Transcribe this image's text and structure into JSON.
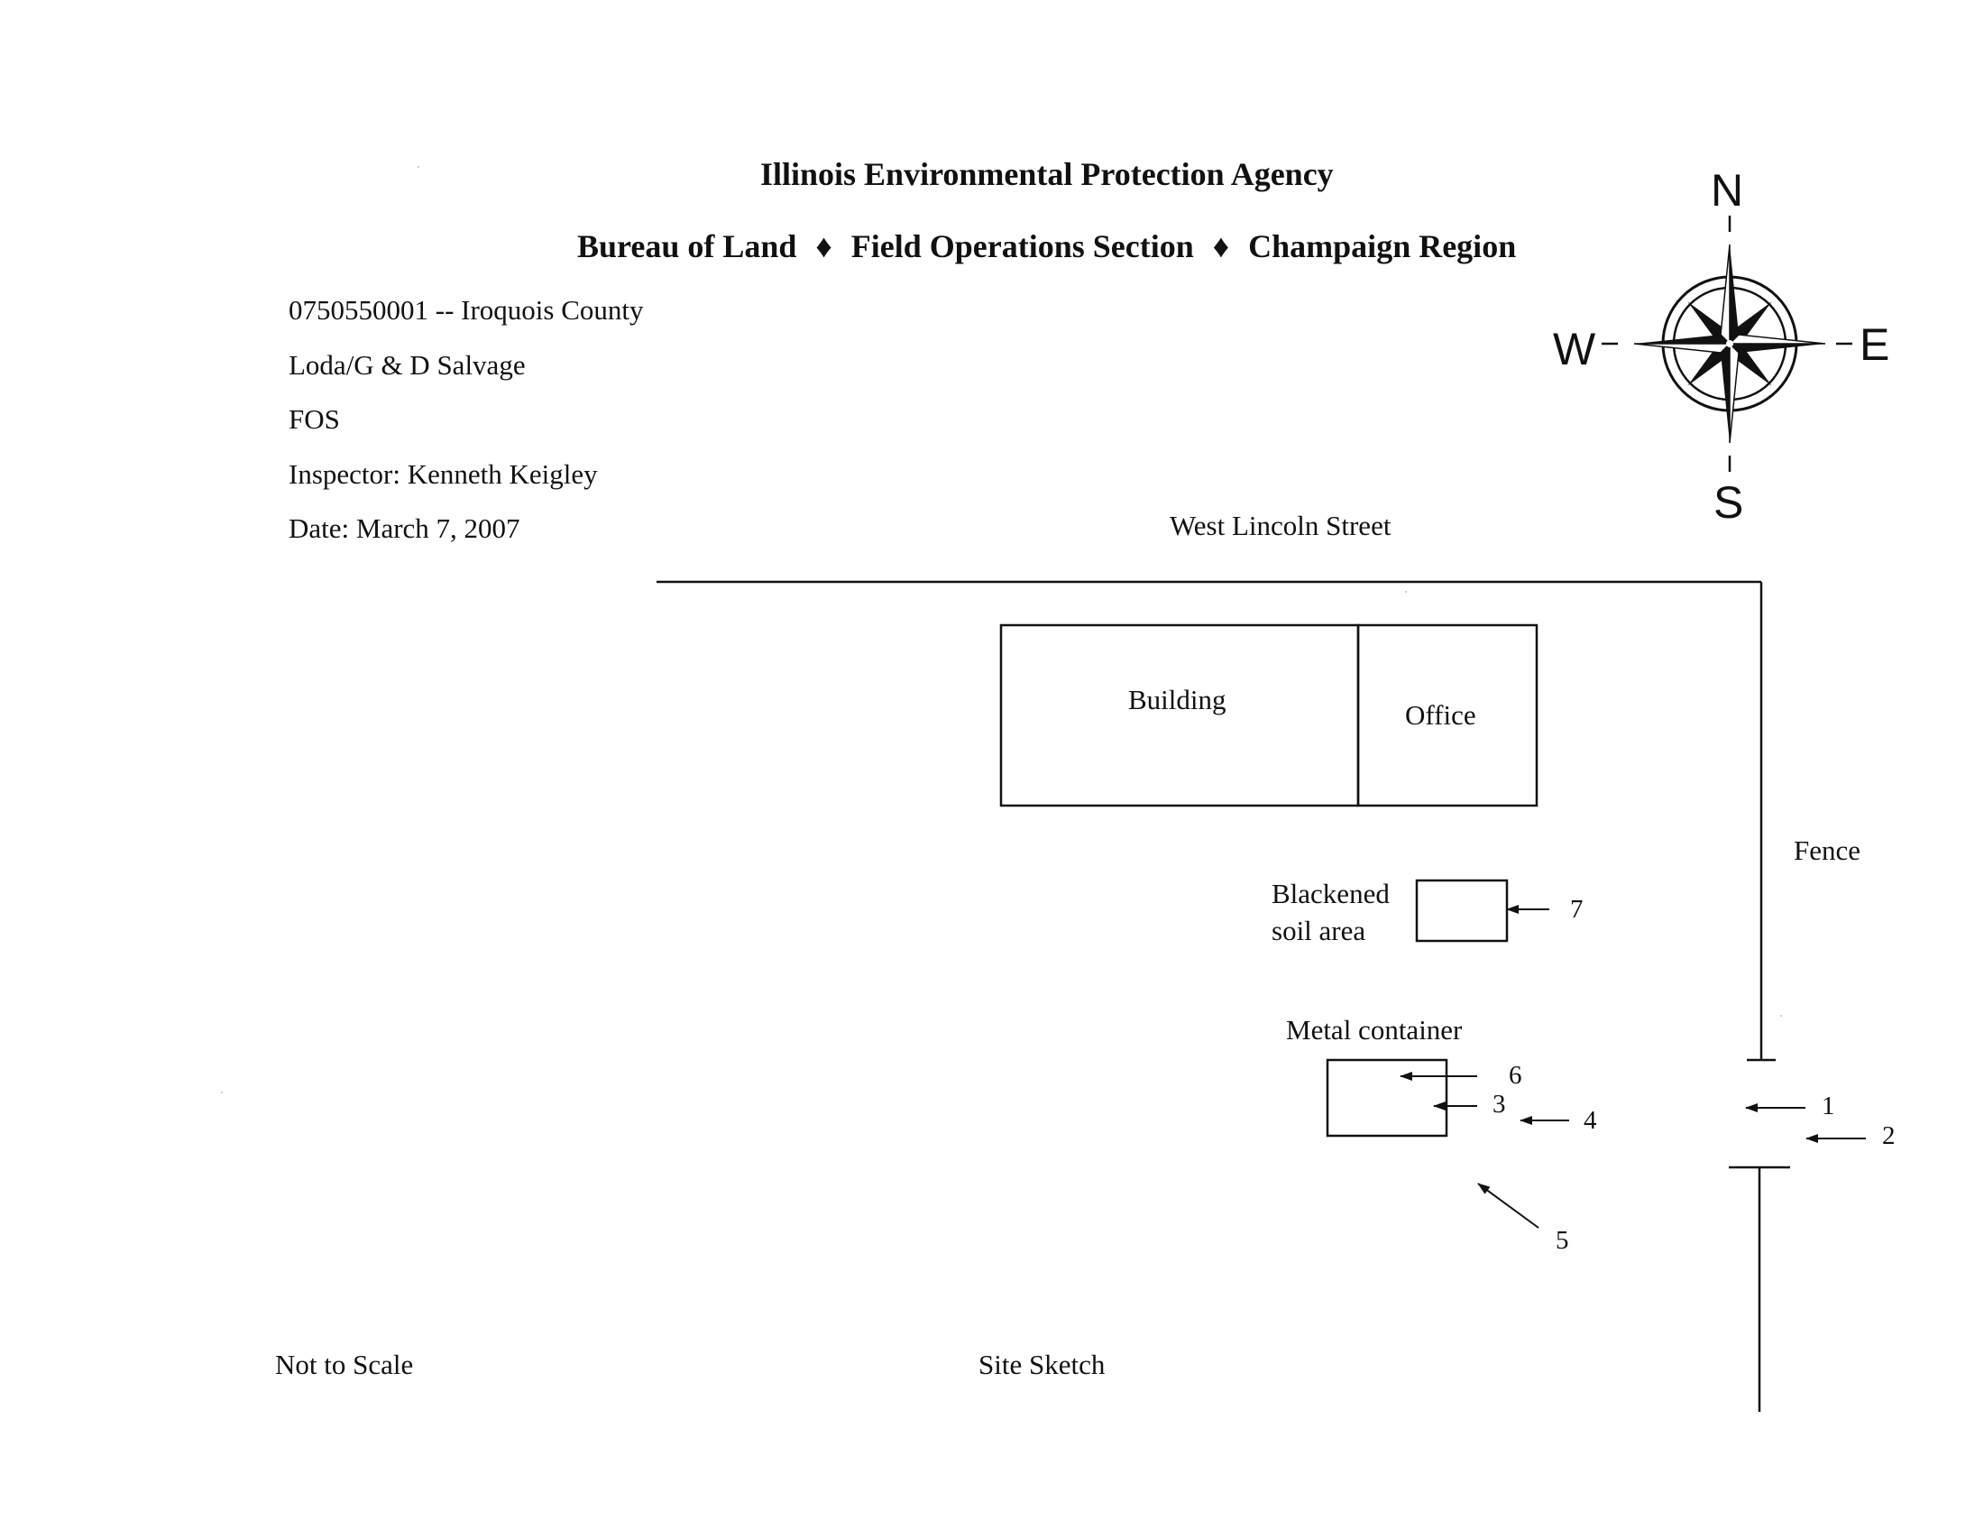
{
  "header": {
    "title": "Illinois Environmental Protection Agency",
    "subtitle_parts": [
      "Bureau of Land",
      "Field Operations Section",
      "Champaign Region"
    ],
    "separator": "♦"
  },
  "site_info": {
    "id_line": "0750550001 -- Iroquois County",
    "site_name": "Loda/G & D Salvage",
    "program": "FOS",
    "inspector": "Inspector: Kenneth Keigley",
    "date": "Date: March 7, 2007"
  },
  "compass": {
    "north": "N",
    "south": "S",
    "east": "E",
    "west": "W"
  },
  "sketch": {
    "street": "West Lincoln Street",
    "building": "Building",
    "office": "Office",
    "fence": "Fence",
    "blackened_line1": "Blackened",
    "blackened_line2": "soil area",
    "metal_container": "Metal container",
    "photo_points": [
      "1",
      "2",
      "3",
      "4",
      "5",
      "6",
      "7"
    ]
  },
  "footer": {
    "scale_note": "Not to Scale",
    "caption": "Site Sketch"
  }
}
